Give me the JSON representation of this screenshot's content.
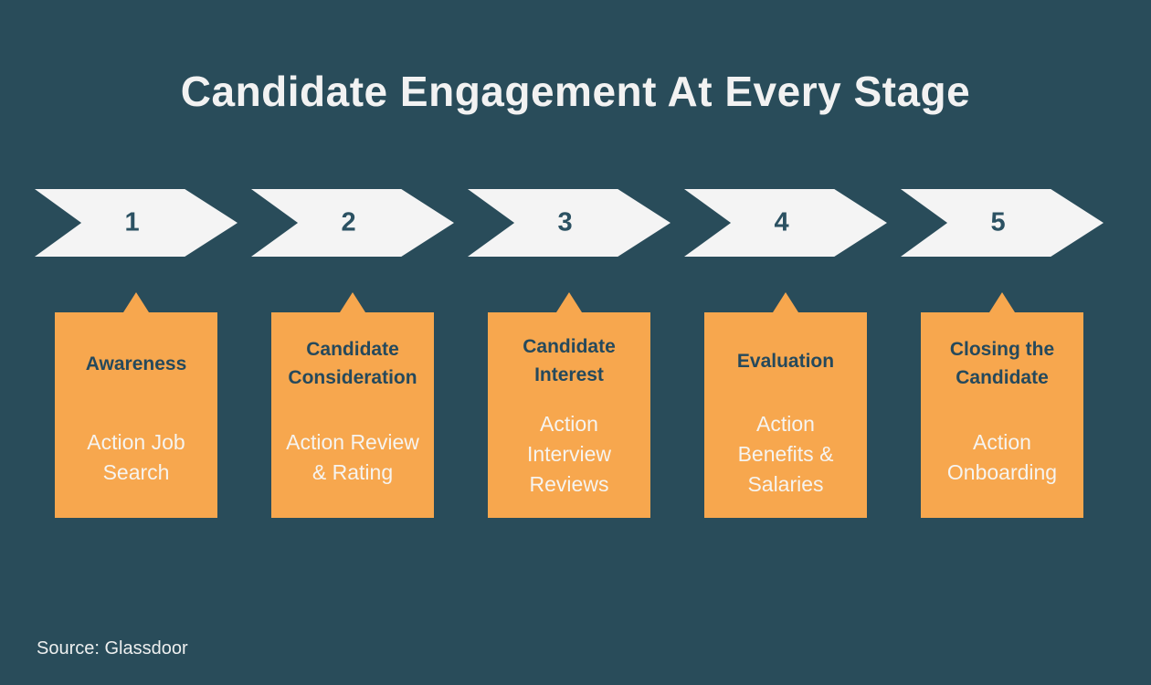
{
  "title": "Candidate Engagement At Every Stage",
  "source": "Source: Glassdoor",
  "colors": {
    "background": "#294C5A",
    "arrow_fill": "#F4F4F4",
    "card_fill": "#F7A74E",
    "dark_text": "#25495C",
    "light_text": "#F6F4F0",
    "title_text": "#F2F2F2"
  },
  "stages": [
    {
      "number": "1",
      "title": "Awareness",
      "action": "Action Job Search"
    },
    {
      "number": "2",
      "title": "Candidate Consideration",
      "action": "Action Review & Rating"
    },
    {
      "number": "3",
      "title": "Candidate Interest",
      "action": "Action Interview Reviews"
    },
    {
      "number": "4",
      "title": "Evaluation",
      "action": "Action Benefits & Salaries"
    },
    {
      "number": "5",
      "title": "Closing the Candidate",
      "action": "Action Onboarding"
    }
  ]
}
